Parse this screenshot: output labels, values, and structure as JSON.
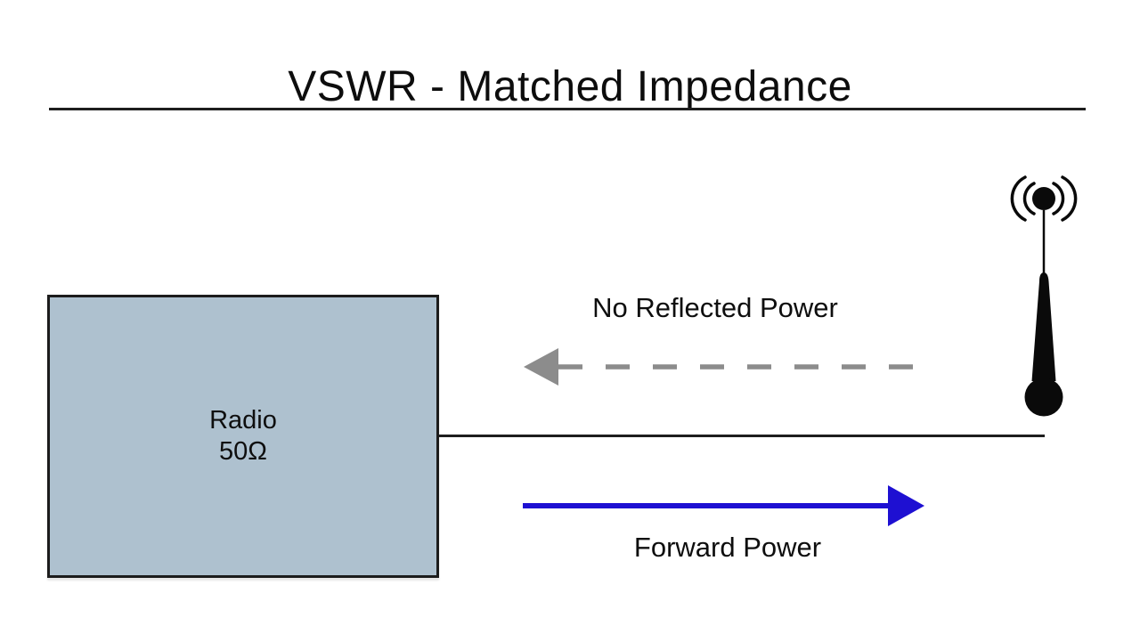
{
  "title": "VSWR - Matched Impedance",
  "radio_box": {
    "label": "Radio",
    "impedance": "50Ω"
  },
  "reflected": {
    "label": "No Reflected Power",
    "direction": "left",
    "style": "dashed"
  },
  "forward": {
    "label": "Forward Power",
    "direction": "right",
    "style": "solid"
  },
  "icons": {
    "antenna": "antenna-icon"
  },
  "colors": {
    "radio-box-fill": "#aec1cf",
    "forward-arrow-blue": "#1e10d2",
    "reflected-arrow-gray": "#8c8c8c",
    "line-dark": "#1e1e1e",
    "antenna-ink": "#0a0a0a"
  }
}
